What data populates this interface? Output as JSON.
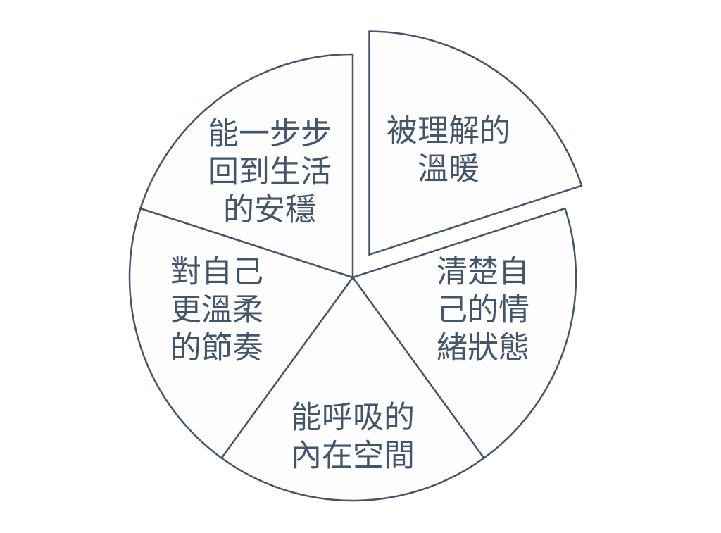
{
  "diagram": {
    "type": "pie",
    "colors": {
      "stroke": "#44546a",
      "fill": "#fdfdfd",
      "text": "#44546a"
    },
    "slices": [
      {
        "lines": [
          "被理解的",
          "溫暖"
        ],
        "value": 1,
        "exploded": true
      },
      {
        "lines": [
          "清楚自",
          "己的情",
          "緒狀態"
        ],
        "value": 1,
        "exploded": false
      },
      {
        "lines": [
          "能呼吸的",
          "內在空間"
        ],
        "value": 1,
        "exploded": false
      },
      {
        "lines": [
          "對自己",
          "更溫柔",
          "的節奏"
        ],
        "value": 1,
        "exploded": false
      },
      {
        "lines": [
          "能一步步",
          "回到生活",
          "的安穩"
        ],
        "value": 1,
        "exploded": false
      }
    ]
  }
}
